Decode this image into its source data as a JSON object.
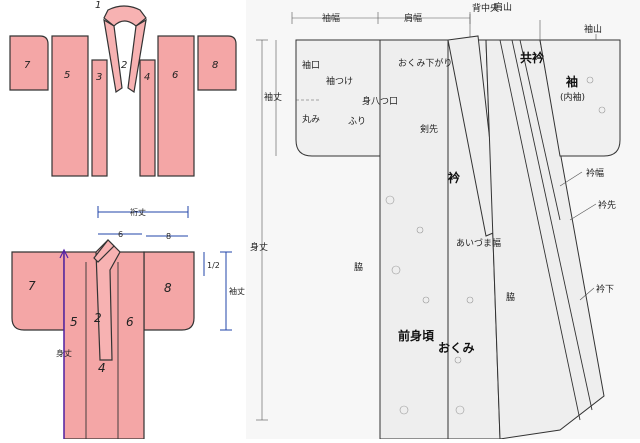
{
  "pattern_pieces": {
    "top_labels": [
      "1",
      "2",
      "3",
      "4",
      "5",
      "6",
      "7",
      "8"
    ]
  },
  "assembled_kimono": {
    "piece_labels": [
      "7",
      "5",
      "2",
      "6",
      "8",
      "4"
    ],
    "dim_top_label": "裄丈",
    "dim_small_left": "6",
    "dim_small_right": "8",
    "dim_side_small": "1/2",
    "dim_side_label": "袖丈",
    "length_label": "身丈"
  },
  "diagram": {
    "top_dims": {
      "sleeve_width": "袖幅",
      "shoulder_width": "肩幅",
      "center_back": "背中央"
    },
    "labels": {
      "kata_yama": "肩山",
      "sode_yama": "袖山",
      "tomo_eri": "共衿",
      "sode": "袖",
      "uchi_sode": "(内袖)",
      "sode_guchi": "袖口",
      "sode_tsuke": "袖つけ",
      "okumi_sagari": "おくみ下がり",
      "mi_yatsu_kuchi": "身八つ口",
      "maru_mi": "丸み",
      "furi": "ふり",
      "ken_saki": "剣先",
      "eri_haba": "衿幅",
      "eri_saki": "衿先",
      "sode_take": "袖丈",
      "eri": "衿",
      "ai_zuma_haba": "あいづま幅",
      "waki_left": "脇",
      "waki_right": "脇",
      "mi_take": "身丈",
      "mae_mi_goro": "前身頃",
      "okumi": "おくみ",
      "eri_shita": "衿下"
    }
  }
}
